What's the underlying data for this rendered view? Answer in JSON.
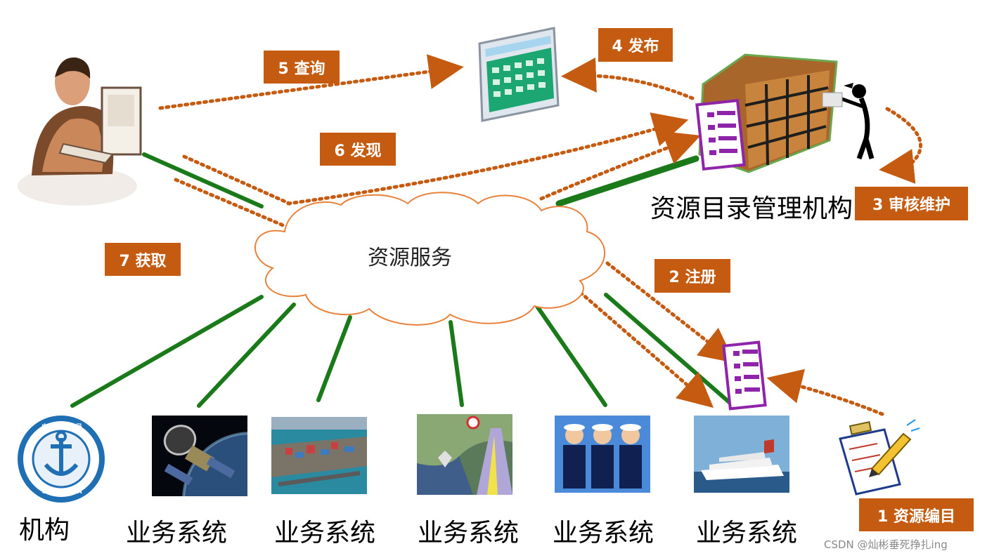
{
  "diagram": {
    "steps": [
      {
        "id": "step-1",
        "label": "1 资源编目"
      },
      {
        "id": "step-2",
        "label": "2 注册"
      },
      {
        "id": "step-3",
        "label": "3 审核维护"
      },
      {
        "id": "step-4",
        "label": "4 发布"
      },
      {
        "id": "step-5",
        "label": "5 查询"
      },
      {
        "id": "step-6",
        "label": "6 发现"
      },
      {
        "id": "step-7",
        "label": "7 获取"
      }
    ],
    "cloud_label": "资源服务",
    "catalog_agency_label": "资源目录管理机构",
    "bottom_nodes": [
      {
        "label": "机构",
        "emblem_top": "中 国 海 事 局",
        "emblem_bottom": "CHINA MSA"
      },
      {
        "label": "业务系统"
      },
      {
        "label": "业务系统"
      },
      {
        "label": "业务系统"
      },
      {
        "label": "业务系统"
      },
      {
        "label": "业务系统"
      }
    ],
    "colors": {
      "label_bg": "#c55a11",
      "dotted_arrow": "#c55a11",
      "link_line": "#1a7a1a",
      "cloud_stroke": "#e8813a",
      "checklist": "#8e24aa"
    }
  },
  "watermark": "CSDN @灿彬垂死挣扎ing"
}
